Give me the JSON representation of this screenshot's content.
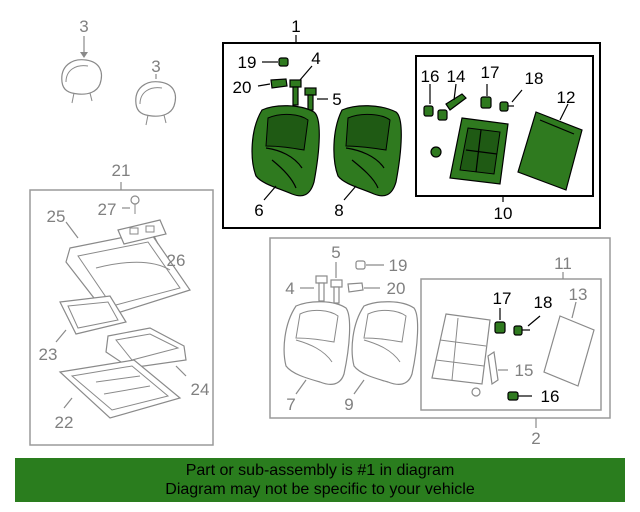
{
  "callouts": {
    "c1": "1",
    "c2": "2",
    "c3a": "3",
    "c3b": "3",
    "c4a": "4",
    "c4b": "4",
    "c5a": "5",
    "c5b": "5",
    "c6": "6",
    "c7": "7",
    "c8": "8",
    "c9": "9",
    "c10": "10",
    "c11": "11",
    "c12": "12",
    "c13": "13",
    "c14": "14",
    "c15": "15",
    "c16a": "16",
    "c16b": "16",
    "c17a": "17",
    "c17b": "17",
    "c18a": "18",
    "c18b": "18",
    "c19a": "19",
    "c19b": "19",
    "c20a": "20",
    "c20b": "20",
    "c21": "21",
    "c22": "22",
    "c23": "23",
    "c24": "24",
    "c25": "25",
    "c26": "26",
    "c27": "27"
  },
  "colors": {
    "highlight": "#2f7a1f",
    "banner": "#2a7d1e"
  },
  "banner": {
    "line1": "Part or sub-assembly is #1 in diagram",
    "line2": "Diagram may not be specific to your vehicle"
  }
}
